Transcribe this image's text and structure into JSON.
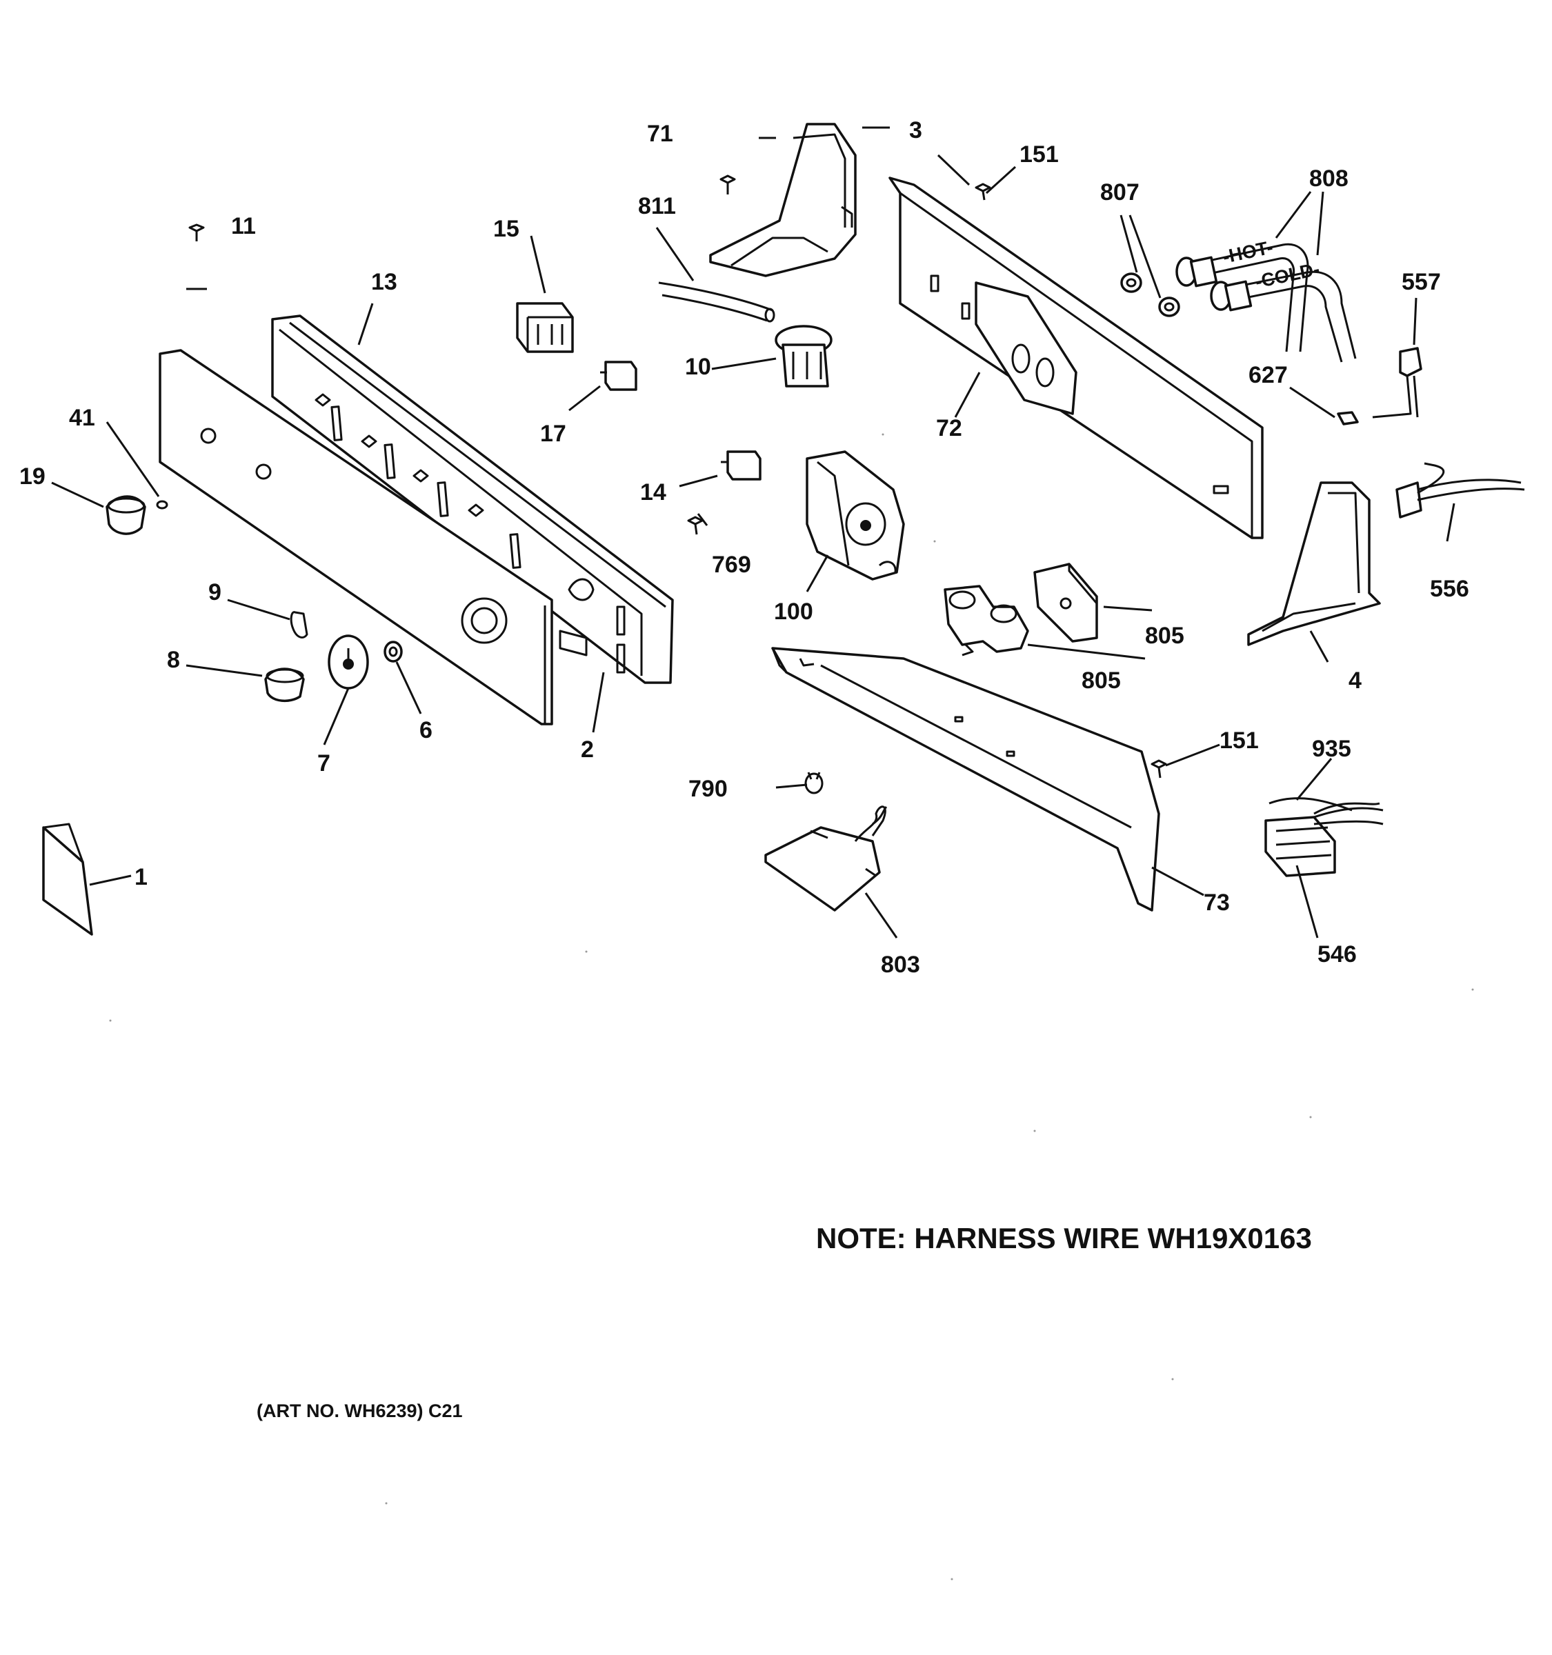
{
  "labels": {
    "p1": "1",
    "p2": "2",
    "p3": "3",
    "p4": "4",
    "p6": "6",
    "p7": "7",
    "p8": "8",
    "p9": "9",
    "p10": "10",
    "p11": "11",
    "p13": "13",
    "p14": "14",
    "p15": "15",
    "p17": "17",
    "p19": "19",
    "p41": "41",
    "p71": "71",
    "p72": "72",
    "p73": "73",
    "p100": "100",
    "p151a": "151",
    "p151b": "151",
    "p546": "546",
    "p556": "556",
    "p557": "557",
    "p627": "627",
    "p769": "769",
    "p790": "790",
    "p803": "803",
    "p805a": "805",
    "p805b": "805",
    "p807": "807",
    "p808": "808",
    "p811": "811",
    "p935": "935"
  },
  "hose_text": {
    "hot": "-HOT-",
    "cold": "-COLD-"
  },
  "note": "NOTE: HARNESS WIRE WH19X0163",
  "art_no": "(ART NO. WH6239) C21"
}
